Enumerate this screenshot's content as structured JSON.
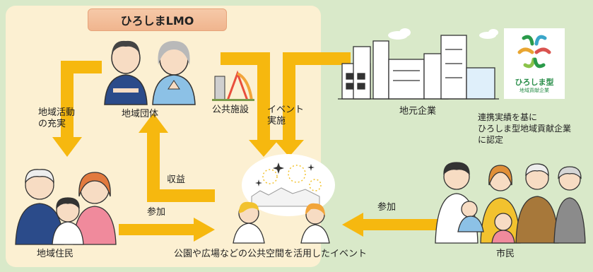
{
  "title": "ひろしまLMO",
  "nodes": {
    "community_group": "地域団体",
    "public_facility": "公共施設",
    "event_holding": "イベント\n実施",
    "community_activity": "地域活動\nの充実",
    "local_residents": "地域住民",
    "local_companies": "地元企業",
    "citizens": "市民",
    "event_space": "公園や広場などの公共空間を活用したイベント"
  },
  "flows": {
    "revenue": "収益",
    "participation_residents": "参加",
    "participation_citizens": "参加"
  },
  "certification_note": "連携実績を基に\nひろしま型地域貢献企業\nに認定",
  "logo": {
    "name": "ひろしま型",
    "sub": "地域貢献企業"
  },
  "colors": {
    "arrow": "#f6b80f",
    "lmo_area": "#fcf0d2",
    "background": "#d9e9c9",
    "title_box": "#f3bf9b"
  }
}
